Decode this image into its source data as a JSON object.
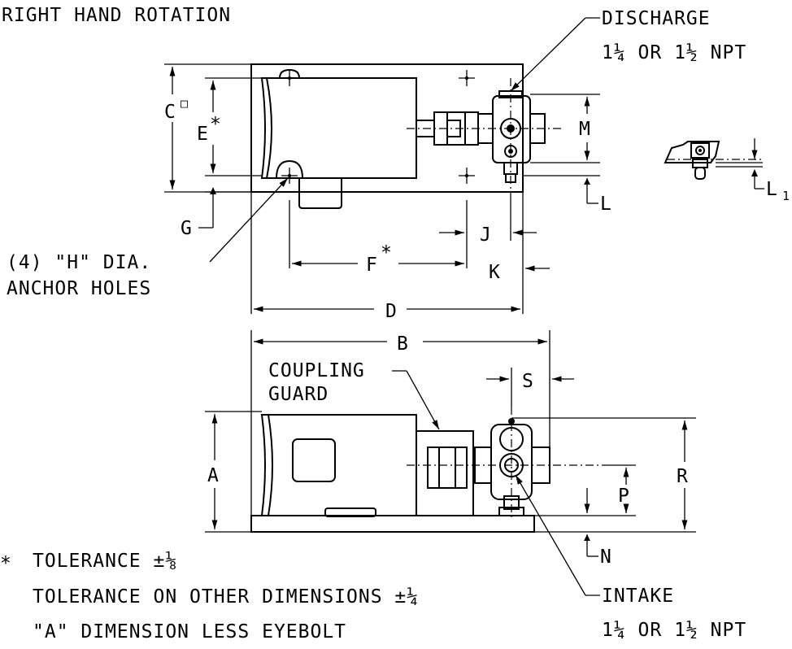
{
  "header": {
    "rotation": "RIGHT HAND ROTATION"
  },
  "discharge": {
    "label": "DISCHARGE",
    "size": "1¼ OR 1½ NPT"
  },
  "intake": {
    "label": "INTAKE",
    "size": "1¼ OR 1½ NPT"
  },
  "coupling_guard": {
    "line1": "COUPLING",
    "line2": "GUARD"
  },
  "anchor_holes": {
    "line1": "(4) \"H\" DIA.",
    "line2": "ANCHOR HOLES"
  },
  "dimensions": {
    "A": "A",
    "B": "B",
    "C": "C",
    "D": "D",
    "E": "E",
    "F": "F",
    "G": "G",
    "J": "J",
    "K": "K",
    "L": "L",
    "L1": "L",
    "L1_sub": "1",
    "M": "M",
    "N": "N",
    "P": "P",
    "R": "R",
    "S": "S"
  },
  "notes": {
    "tol_primary": "TOLERANCE ±⅛",
    "tol_other": "TOLERANCE ON OTHER DIMENSIONS ±¼",
    "a_dimension": "\"A\" DIMENSION LESS EYEBOLT",
    "asterisk": "*",
    "square": "□"
  }
}
